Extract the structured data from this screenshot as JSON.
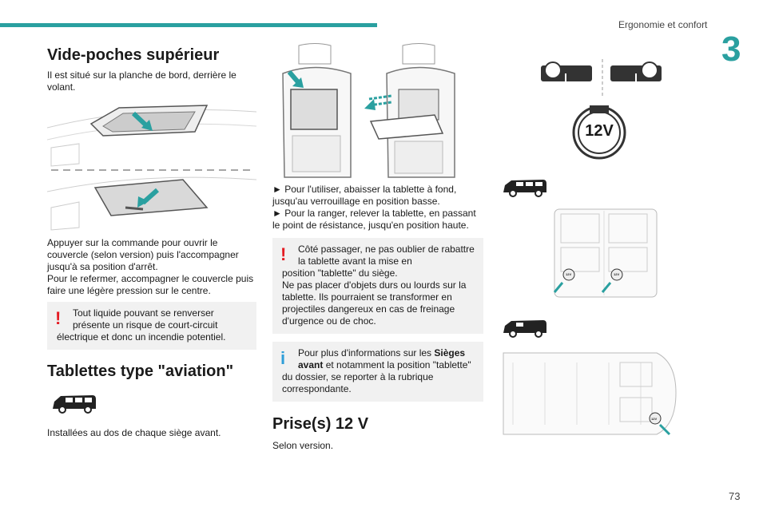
{
  "header": {
    "chapter_name": "Ergonomie et confort",
    "chapter_number": "3",
    "page_number": "73"
  },
  "left": {
    "title": "Vide-poches supérieur",
    "intro": "Il est situé sur la planche de bord, derrière le volant.",
    "para1": "Appuyer sur la commande pour ouvrir le couvercle (selon version) puis l'accompagner jusqu'à sa position d'arrêt.",
    "para2": "Pour le refermer, accompagner le couvercle puis faire une légère pression sur le centre.",
    "warning_first": "Tout liquide pouvant se renverser présente un risque de court-circuit",
    "warning_rest": "électrique et donc un incendie potentiel.",
    "title2": "Tablettes type \"aviation\"",
    "installed": "Installées au dos de chaque siège avant."
  },
  "middle": {
    "step1": "► Pour l'utiliser, abaisser la tablette à fond, jusqu'au verrouillage en position basse.",
    "step2": "► Pour la ranger, relever la tablette, en passant le point de résistance, jusqu'en position haute.",
    "warning_first": "Côté passager, ne pas oublier de rabattre la tablette avant la mise en",
    "warning_rest": "position \"tablette\" du siège.",
    "warning_p2": "Ne pas placer d'objets durs ou lourds sur la tablette. Ils pourraient se transformer en projectiles dangereux en cas de freinage d'urgence ou de choc.",
    "info_first_a": "Pour plus d'informations sur les ",
    "info_bold": "Sièges",
    "info_bold2": "avant",
    "info_first_b": " et notamment la position \"tablette\"",
    "info_rest": "du dossier, se reporter à la rubrique correspondante.",
    "title3": "Prise(s) 12 V",
    "selon": "Selon version."
  },
  "right": {
    "socket_label": "12V",
    "small_label": "12V"
  },
  "colors": {
    "accent": "#2aa0a0",
    "warning": "#e41b23",
    "info": "#2f9ed8",
    "box": "#f1f1f1"
  }
}
